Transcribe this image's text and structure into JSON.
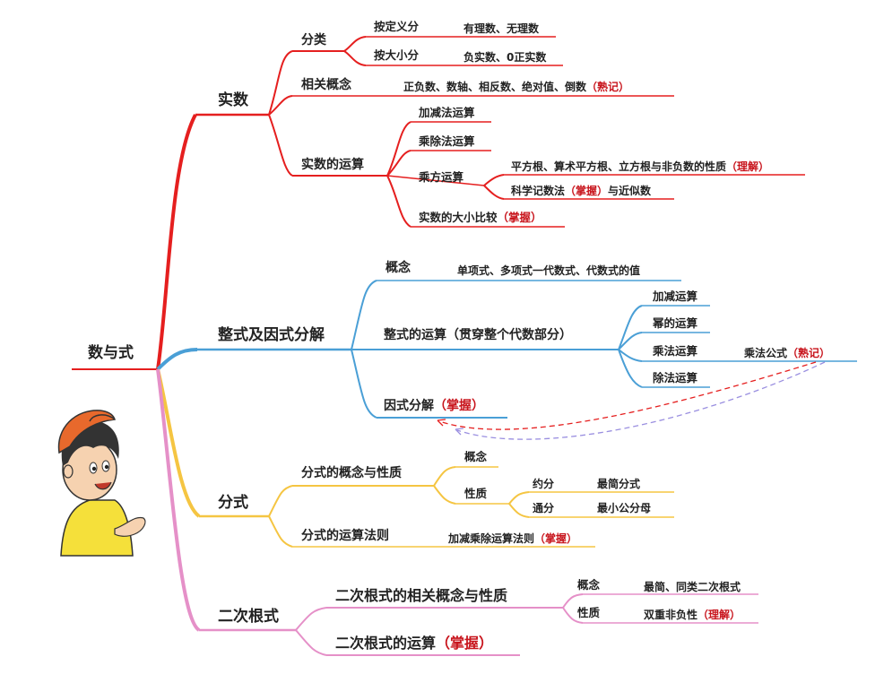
{
  "root": "数与式",
  "colors": {
    "red": "#e51f1f",
    "blue": "#4a9fd6",
    "yellow": "#f5c542",
    "pink": "#e590c8",
    "accent": "#c8141c"
  },
  "branches": {
    "real": {
      "title": "实数",
      "classify": {
        "label": "分类",
        "by_def": "按定义分",
        "by_def_val": "有理数、无理数",
        "by_size": "按大小分",
        "by_size_val": "负实数、0正实数"
      },
      "concepts": {
        "label": "相关概念",
        "value": "正负数、数轴、相反数、绝对值、倒数",
        "tag": "（熟记）"
      },
      "ops": {
        "label": "实数的运算",
        "add": "加减法运算",
        "mul": "乘除法运算",
        "pow": "乘方运算",
        "pow_a": "平方根、算术平方根、立方根与非负数的性质",
        "pow_a_tag": "（理解）",
        "pow_b1": "科学记数法",
        "pow_b_tag": "（掌握）",
        "pow_b2": "与近似数",
        "compare": "实数的大小比较",
        "compare_tag": "（掌握）"
      }
    },
    "poly": {
      "title": "整式及因式分解",
      "concept": {
        "label": "概念",
        "value": "单项式、多项式一代数式、代数式的值"
      },
      "ops": {
        "label": "整式的运算（贯穿整个代数部分）",
        "add": "加减运算",
        "power": "幂的运算",
        "mul": "乘法运算",
        "mul_formula": "乘法公式",
        "mul_formula_tag": "（熟记）",
        "div": "除法运算"
      },
      "factor": {
        "label": "因式分解",
        "tag": "（掌握）"
      }
    },
    "frac": {
      "title": "分式",
      "concept": {
        "label": "分式的概念与性质",
        "c1": "概念",
        "c2": "性质",
        "reduce": "约分",
        "reduce_val": "最简分式",
        "common": "通分",
        "common_val": "最小公分母"
      },
      "rules": {
        "label": "分式的运算法则",
        "value": "加减乘除运算法则",
        "tag": "（掌握）"
      }
    },
    "radical": {
      "title": "二次根式",
      "concept": {
        "label": "二次根式的相关概念与性质",
        "c1": "概念",
        "c1_val": "最简、同类二次根式",
        "c2": "性质",
        "c2_val": "双重非负性",
        "c2_tag": "（理解）"
      },
      "ops": {
        "label": "二次根式的运算",
        "tag": "（掌握）"
      }
    }
  }
}
